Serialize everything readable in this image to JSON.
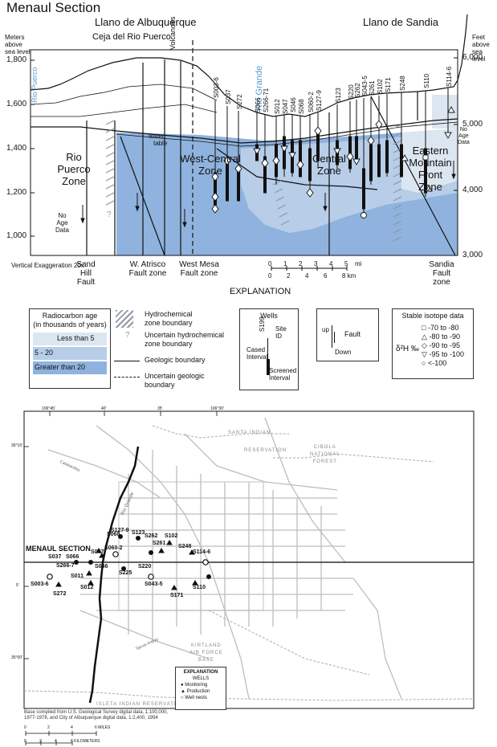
{
  "section": {
    "title": "Menaul Section",
    "regions": [
      "Llano de Albuquerque",
      "Llano de Sandia"
    ],
    "subregion": "Ceja del Rio Puerco",
    "left_axis_label": [
      "Meters",
      "above",
      "sea level"
    ],
    "right_axis_label": [
      "Feet",
      "above",
      "sea level"
    ],
    "meters_ticks": [
      "1,800",
      "1,600",
      "1,400",
      "1,200",
      "1,000"
    ],
    "feet_ticks": [
      "6,000",
      "5,000",
      "4,000",
      "3,000"
    ],
    "volcanoes": "Volcanoes",
    "rio_puerco": "Rio Puerco",
    "rio_grande": "Rio Grande",
    "water_table": [
      "water",
      "table"
    ],
    "zones": {
      "rio_puerco": [
        "Rio",
        "Puerco",
        "Zone"
      ],
      "west_central": [
        "West-Central",
        "Zone"
      ],
      "central": [
        "Central",
        "Zone"
      ],
      "eastern": [
        "Eastern",
        "Mountain",
        "Front",
        "Zone"
      ]
    },
    "no_age_left": [
      "No",
      "Age",
      "Data"
    ],
    "no_age_right": [
      "No",
      "Age",
      "Data"
    ],
    "qmark": "?",
    "wells": [
      "S003-6",
      "S037",
      "S272",
      "S066",
      "S266-71",
      "S012",
      "S047",
      "S046",
      "S068",
      "S060-2",
      "S127-9",
      "S123",
      "S220",
      "S262",
      "S043-5",
      "S261",
      "S102",
      "S171",
      "S248",
      "S110",
      "S114-6"
    ],
    "faults": [
      [
        "Sand",
        "Hill",
        "Fault"
      ],
      [
        "W. Atrisco",
        "Fault zone"
      ],
      [
        "West Mesa",
        "Fault zone"
      ],
      [
        "Sandia",
        "Fault",
        "zone"
      ]
    ],
    "vert_exag": "Vertical Exaggeration 20x",
    "scale_mi": [
      "0",
      "1",
      "2",
      "3",
      "4",
      "5",
      "mi"
    ],
    "scale_km": [
      "0",
      "2",
      "4",
      "6",
      "8 km"
    ]
  },
  "explanation": {
    "title": "EXPLANATION",
    "radiocarbon": {
      "title": [
        "Radiocarbon age",
        "(in thousands of years)"
      ],
      "items": [
        {
          "label": "Less than 5",
          "color": "#dce6f1"
        },
        {
          "label": "5 - 20",
          "color": "#b7cde8"
        },
        {
          "label": "Greater than 20",
          "color": "#8fb3de"
        }
      ]
    },
    "boundaries": {
      "hydro": [
        "Hydrochemical",
        "zone boundary"
      ],
      "uncertain_hydro": [
        "Uncertain hydrochemical",
        "zone boundary"
      ],
      "geologic": "Geologic boundary",
      "uncertain_geo": [
        "Uncertain geologic",
        "boundary"
      ]
    },
    "wells_box": {
      "title": "Wells",
      "site_id": [
        "Site",
        "ID"
      ],
      "example": "S199",
      "cased": [
        "Cased",
        "Interval"
      ],
      "screened": [
        "Screened",
        "Interval"
      ]
    },
    "fault_box": {
      "fault": "Fault",
      "up": "up",
      "down": "Down"
    },
    "isotope": {
      "title": "Stable isotope data",
      "symbol_label": "δ²H ‰",
      "items": [
        {
          "symbol": "□",
          "label": "-70 to -80"
        },
        {
          "symbol": "△",
          "label": "-80 to -90"
        },
        {
          "symbol": "◇",
          "label": "-90 to -95"
        },
        {
          "symbol": "▽",
          "label": "-95 to -100"
        },
        {
          "symbol": "○",
          "label": "<-100"
        }
      ]
    }
  },
  "map": {
    "lon_ticks": [
      "106°45'",
      "40'",
      "35'",
      "106°30'"
    ],
    "lat_ticks": [
      "35°15'",
      "5'",
      "35°00'"
    ],
    "places": {
      "santa": "SANTA INDIAN",
      "reservation": "RESERVATION",
      "cibola": [
        "CIBOLA",
        "NATIONAL",
        "FOREST"
      ],
      "kirtland": [
        "KIRTLAND",
        "AIR FORCE",
        "BASE"
      ],
      "isleta": "ISLETA INDIAN RESERVATION",
      "rio_grande": "Rio Grande",
      "tijeras": "Tijeras Arroyo",
      "calabacillas": "Calabacillas"
    },
    "section_label": "MENAUL SECTION",
    "well_labels": [
      "S068",
      "S127-9",
      "S123",
      "S262",
      "S102",
      "S060-2",
      "S261",
      "S248",
      "S037",
      "S066",
      "S047",
      "S114-6",
      "S266-7",
      "S046",
      "S225",
      "S220",
      "S011",
      "S043-5",
      "S003-6",
      "S012",
      "S171",
      "S110",
      "S272"
    ],
    "legend": {
      "title": "EXPLANATION",
      "sub": "WELLS",
      "items": [
        "Monitoring",
        "Production",
        "Well nests"
      ]
    },
    "base_note": [
      "Base compiled from U.S. Geological Survey digital data, 1:100,000,",
      "1977-1978, and City of Albuquerque digital data, 1:2,400, 1994"
    ],
    "scale_miles": [
      "0",
      "2",
      "4",
      "6 MILES"
    ],
    "scale_km": [
      "0",
      "2",
      "4",
      "6 KILOMETERS"
    ]
  }
}
